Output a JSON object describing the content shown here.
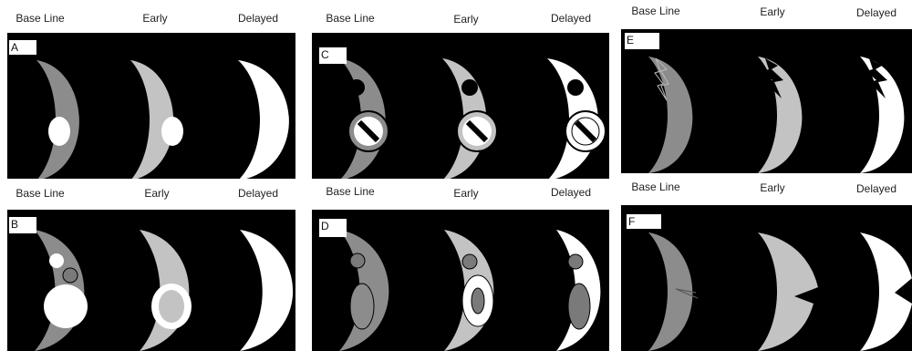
{
  "headers": {
    "baseline": "Base Line",
    "early": "Early",
    "delayed": "Delayed"
  },
  "panels": [
    {
      "label": "A",
      "phases": [
        "baseline",
        "early",
        "delayed"
      ]
    },
    {
      "label": "B",
      "phases": [
        "baseline",
        "early",
        "delayed"
      ]
    },
    {
      "label": "C",
      "phases": [
        "baseline",
        "early",
        "delayed"
      ]
    },
    {
      "label": "D",
      "phases": [
        "baseline",
        "early",
        "delayed"
      ]
    },
    {
      "label": "E",
      "phases": [
        "baseline",
        "early",
        "delayed"
      ]
    },
    {
      "label": "F",
      "phases": [
        "baseline",
        "early",
        "delayed"
      ]
    }
  ],
  "colors": {
    "baseline": "#8c8c8c",
    "early": "#c3c3c3",
    "delayed": "#ffffff",
    "background": "#000000"
  }
}
